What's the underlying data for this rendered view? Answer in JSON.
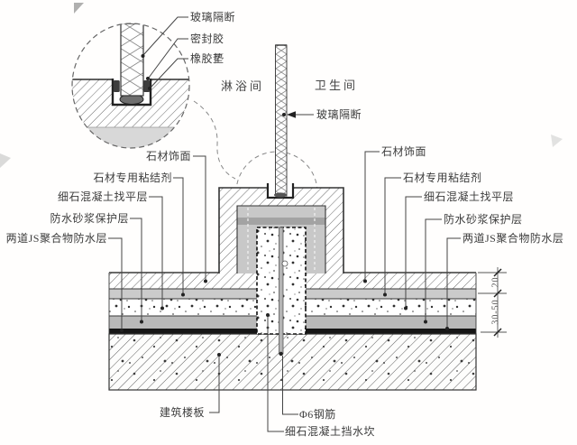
{
  "detail_callout": {
    "glass": "玻璃隔断",
    "sealant": "密封胶",
    "rubber_pad": "橡胶垫"
  },
  "rooms": {
    "shower": "淋浴间",
    "bathroom": "卫生间"
  },
  "partition_label": "玻璃隔断",
  "layers_left": [
    "石材饰面",
    "石材专用粘结剂",
    "细石混凝土找平层",
    "防水砂浆保护层",
    "两道JS聚合物防水层"
  ],
  "layers_right": [
    "石材饰面",
    "石材专用粘结剂",
    "细石混凝土找平层",
    "防水砂浆保护层",
    "两道JS聚合物防水层"
  ],
  "bottom_labels": {
    "slab": "建筑楼板",
    "rebar": "Φ6钢筋",
    "curb": "细石混凝土挡水坎"
  },
  "dimensions": {
    "finish_thickness": "20",
    "screed_thickness": "30-50"
  },
  "colors": {
    "line": "#3a3a3a",
    "mortar_gray": "#c8c8c8",
    "dark_band": "#a3a3a3",
    "waterproof_black": "#161616",
    "background": "#fffefd"
  }
}
